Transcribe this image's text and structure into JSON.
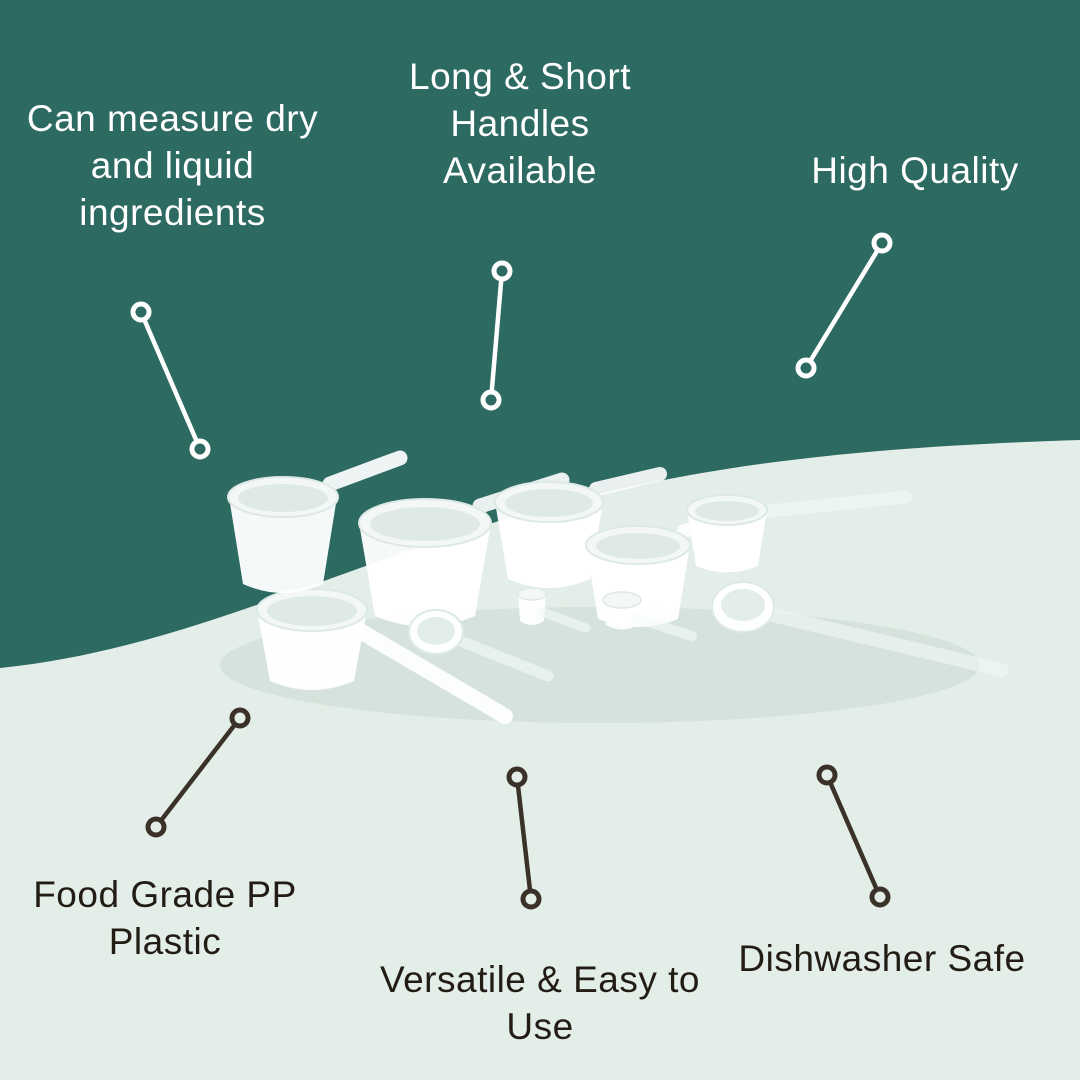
{
  "colors": {
    "teal_bg": "#2d6a62",
    "light_bg": "#e2eee7",
    "light_text": "#ffffff",
    "dark_text": "#221c15",
    "white_line": "#ffffff",
    "dark_line": "#3a3128"
  },
  "callouts": {
    "measure_ingredients": {
      "label": "Can measure dry\nand liquid\ningredients"
    },
    "handles": {
      "label": "Long & Short\nHandles\nAvailable"
    },
    "high_quality": {
      "label": "High Quality"
    },
    "food_grade": {
      "label": "Food Grade PP\nPlastic"
    },
    "versatile": {
      "label": "Versatile & Easy to\nUse"
    },
    "dishwasher": {
      "label": "Dishwasher Safe"
    }
  }
}
